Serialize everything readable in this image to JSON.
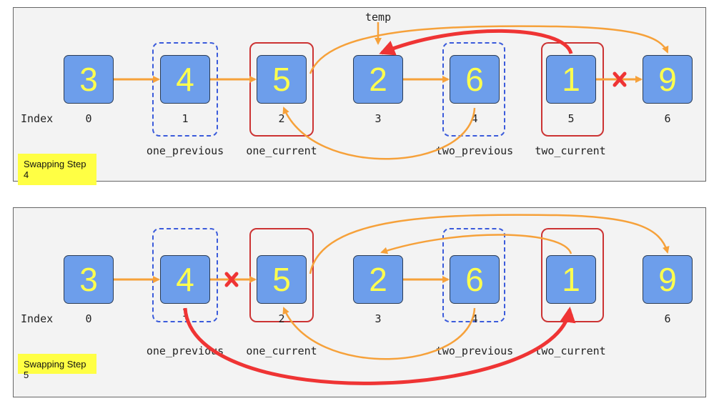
{
  "panels": [
    {
      "step_label": "Swapping Step 4",
      "index_label": "Index",
      "temp_label": "temp",
      "nodes": [
        {
          "value": "3",
          "index": "0"
        },
        {
          "value": "4",
          "index": "1"
        },
        {
          "value": "5",
          "index": "2"
        },
        {
          "value": "2",
          "index": "3"
        },
        {
          "value": "6",
          "index": "4"
        },
        {
          "value": "1",
          "index": "5"
        },
        {
          "value": "9",
          "index": "6"
        }
      ],
      "pointer_labels": {
        "one_previous": "one_previous",
        "one_current": "one_current",
        "two_previous": "two_previous",
        "two_current": "two_current"
      }
    },
    {
      "step_label": "Swapping Step 5",
      "index_label": "Index",
      "nodes": [
        {
          "value": "3",
          "index": "0"
        },
        {
          "value": "4",
          "index": "1"
        },
        {
          "value": "5",
          "index": "2"
        },
        {
          "value": "2",
          "index": "3"
        },
        {
          "value": "6",
          "index": "4"
        },
        {
          "value": "1",
          "index": "5"
        },
        {
          "value": "9",
          "index": "6"
        }
      ],
      "pointer_labels": {
        "one_previous": "one_previous",
        "one_current": "one_current",
        "two_previous": "two_previous",
        "two_current": "two_current"
      }
    }
  ],
  "colors": {
    "panel_bg": "#f3f3f3",
    "node_fill": "#6d9eeb",
    "node_text": "#ffff4d",
    "arrow_orange": "#f6a13a",
    "arrow_red": "#ef3434",
    "previous_box": "#3b5bdb",
    "current_box": "#cc3333",
    "step_label_bg": "#ffff44"
  }
}
